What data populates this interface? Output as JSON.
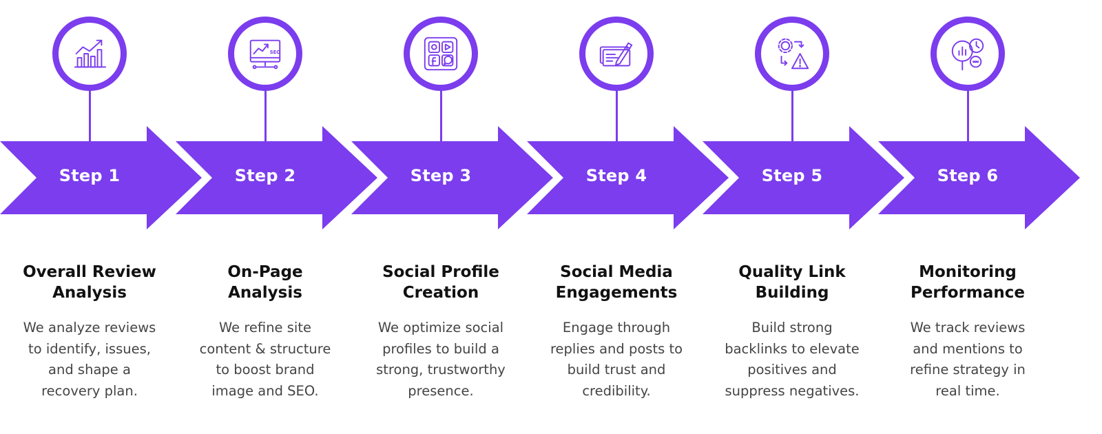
{
  "colors": {
    "accent": "#7b3ded",
    "title_text": "#111111",
    "body_text": "#444444",
    "background": "#ffffff"
  },
  "steps": [
    {
      "label": "Step 1",
      "icon": "bar-chart-growth-icon",
      "title": [
        "Overall Review",
        "Analysis"
      ],
      "description": [
        "We analyze reviews",
        "to identify, issues,",
        "and shape a",
        "recovery plan."
      ]
    },
    {
      "label": "Step 2",
      "icon": "seo-monitor-icon",
      "title": [
        "On-Page",
        "Analysis"
      ],
      "description": [
        "We refine site",
        "content & structure",
        "to boost brand",
        "image and SEO."
      ]
    },
    {
      "label": "Step 3",
      "icon": "social-apps-grid-icon",
      "title": [
        "Social Profile",
        "Creation"
      ],
      "description": [
        "We optimize social",
        "profiles to build a",
        "strong, trustworthy",
        "presence."
      ]
    },
    {
      "label": "Step 4",
      "icon": "pen-and-card-icon",
      "title": [
        "Social Media",
        "Engagements"
      ],
      "description": [
        "Engage through",
        "replies and posts to",
        "build trust and",
        "credibility."
      ]
    },
    {
      "label": "Step 5",
      "icon": "gear-warning-cycle-icon",
      "title": [
        "Quality Link",
        "Building"
      ],
      "description": [
        "Build strong",
        "backlinks to elevate",
        "positives and",
        "suppress negatives."
      ]
    },
    {
      "label": "Step 6",
      "icon": "monitoring-magnifier-clock-icon",
      "title": [
        "Monitoring",
        "Performance"
      ],
      "description": [
        "We track reviews",
        "and mentions to",
        "refine strategy in",
        "real time."
      ]
    }
  ]
}
